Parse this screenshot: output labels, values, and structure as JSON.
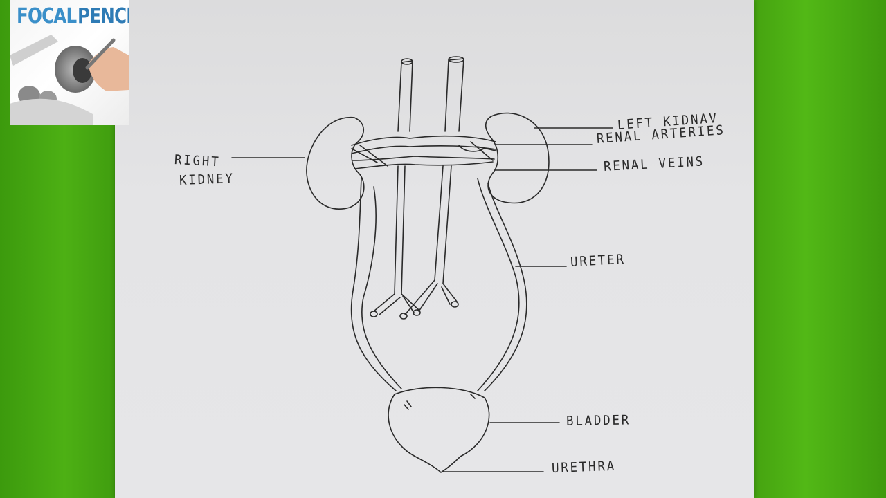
{
  "logo": {
    "word1": "FOCAL",
    "word2": "PENCIL"
  },
  "labels": {
    "right_kidney_line1": "RIGHT",
    "right_kidney_line2": "KIDNEY",
    "left_kidney": "LEFT KIDNAV",
    "renal_arteries": "RENAL ARTERIES",
    "renal_veins": "RENAL VEINS",
    "ureter": "URETER",
    "bladder": "BLADDER",
    "urethra": "URETHRA"
  },
  "colors": {
    "background_green": "#4aa812",
    "paper": "#e4e4e6",
    "ink": "#2a2a2a"
  }
}
